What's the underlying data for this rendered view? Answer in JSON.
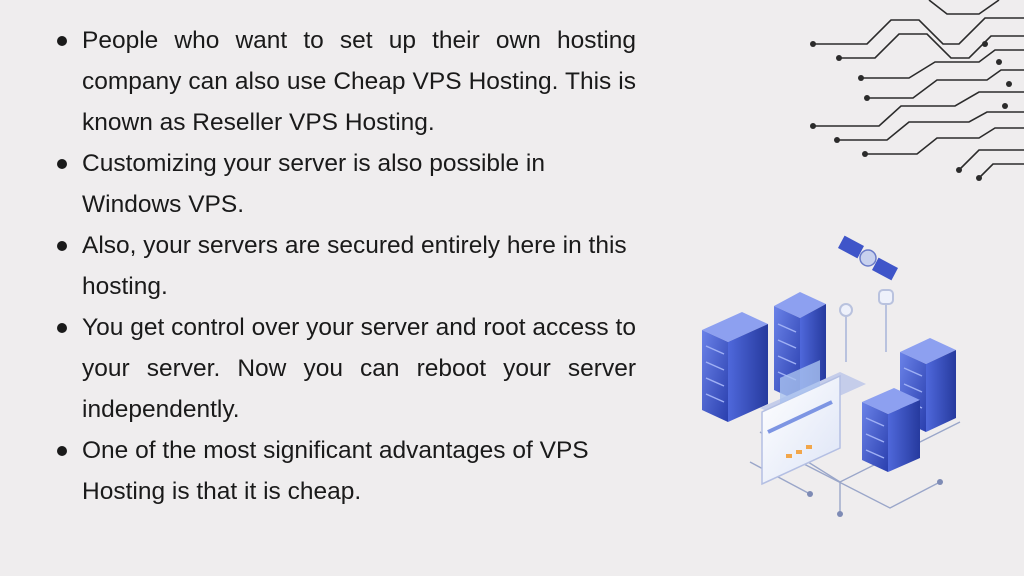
{
  "bullets": [
    {
      "text": "People who want to set up their own hosting company can also use Cheap VPS Hosting. This is known as Reseller VPS Hosting."
    },
    {
      "text": "Customizing your server is also possible in Windows VPS."
    },
    {
      "text": "Also, your servers are secured entirely here in this hosting."
    },
    {
      "text": "You get control over your server and root access to your server. Now you can reboot your server independently."
    },
    {
      "text": "One of the most significant advantages of VPS Hosting is that it is cheap."
    }
  ],
  "graphics": {
    "circuit_decoration": "circuit-lines-icon",
    "illustration": "server-network-isometric-illustration",
    "accent_color": "#3f55c9",
    "line_color": "#2b2b2b"
  }
}
